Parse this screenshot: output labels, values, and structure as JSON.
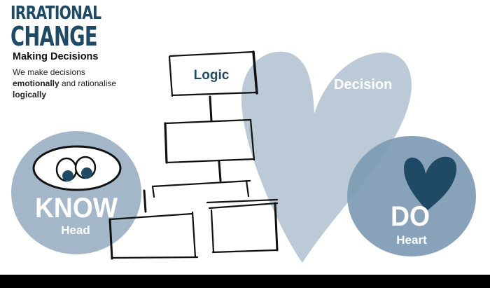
{
  "logo": {
    "line1": "IRRATIONAL",
    "line2": "CHANGE"
  },
  "title": "Making Decisions",
  "subtitle": {
    "part1": "We make decisions",
    "emphasis1": "emotionally",
    "part2": " and rationalise",
    "emphasis2": "logically"
  },
  "blocks": {
    "top_label": "Logic"
  },
  "heart": {
    "label": "Decision"
  },
  "know_circle": {
    "title": "KNOW",
    "label": "Head"
  },
  "do_circle": {
    "title": "DO",
    "label": "Heart"
  },
  "colors": {
    "navy": "#1f4a66",
    "circle_left": "#a3b7c9",
    "heart_light": "#b5c6d3",
    "circle_right": "#7f9cb4",
    "heart_dark": "#1f4a66"
  }
}
